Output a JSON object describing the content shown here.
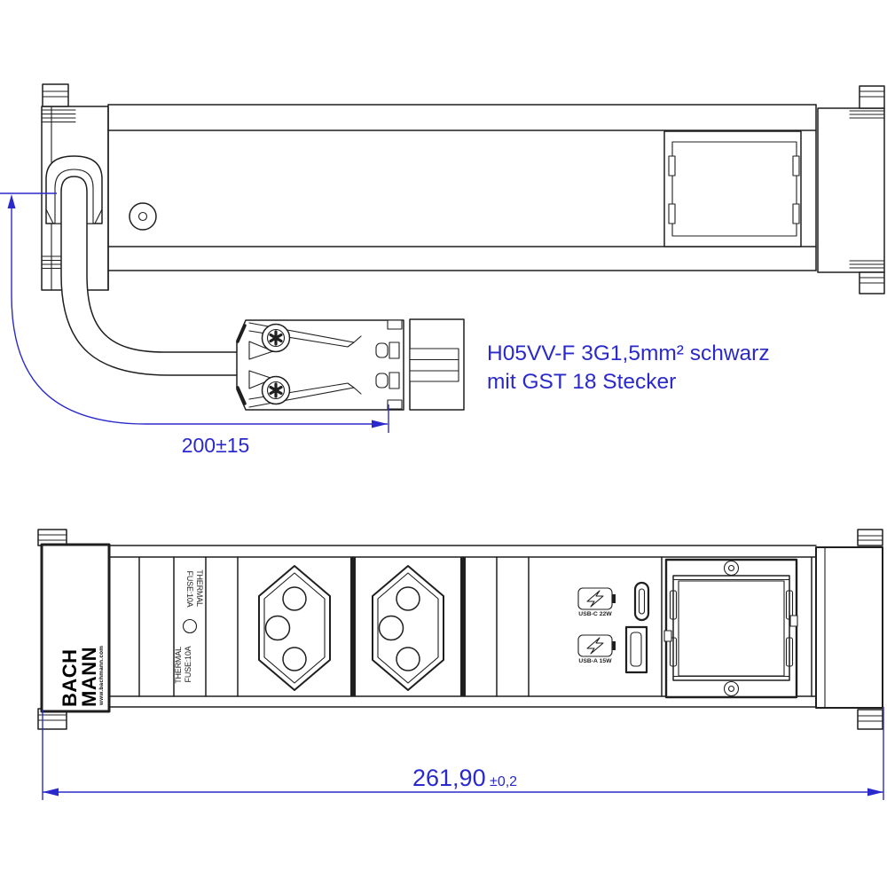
{
  "colors": {
    "line": "#1f1f1f",
    "dimension_blue": "#2a2acc",
    "background": "#ffffff"
  },
  "annotations": {
    "cable_note_line1": "H05VV-F 3G1,5mm² schwarz",
    "cable_note_line2": "mit GST 18 Stecker",
    "cable_length_dimension": "200±15",
    "overall_length_dimension_main": "261,90",
    "overall_length_dimension_tolerance": "±0,2"
  },
  "branding": {
    "logo_line1": "BACH",
    "logo_line2": "MANN",
    "website": "www.bachmann.com"
  },
  "labels": {
    "thermal_fuse_line1": "THERMAL",
    "thermal_fuse_line2": "FUSE:10A",
    "usb_c_port": "USB-C 22W",
    "usb_a_port": "USB-A 15W"
  }
}
